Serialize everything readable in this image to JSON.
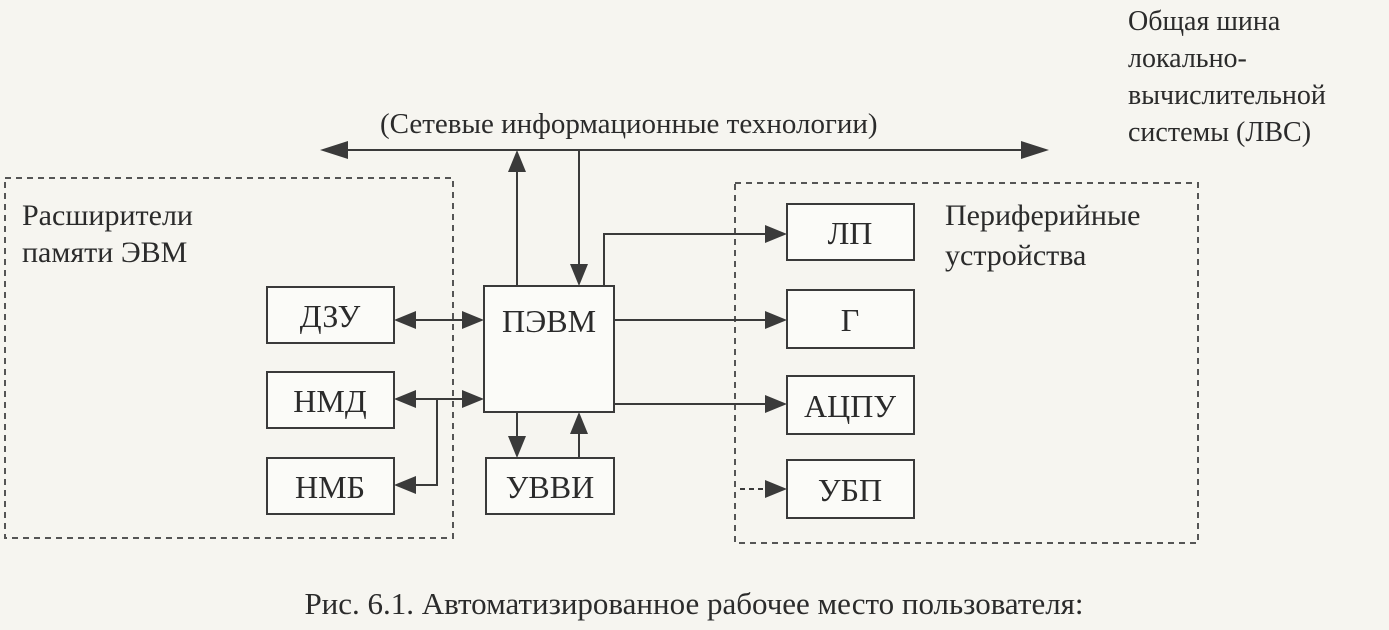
{
  "bus_label": [
    "Общая шина",
    "локально-",
    "вычислительной",
    "системы (ЛВС)"
  ],
  "network_label": "(Сетевые информационные технологии)",
  "groups": {
    "memory": [
      "Расширители",
      "памяти ЭВМ"
    ],
    "peripheral": [
      "Периферийные",
      "устройства"
    ]
  },
  "nodes": {
    "pc": "ПЭВМ",
    "dzu": "ДЗУ",
    "nmd": "НМД",
    "nmb": "НМБ",
    "uvvi": "УВВИ",
    "lp": "ЛП",
    "g": "Г",
    "acpu": "АЦПУ",
    "ubp": "УБП"
  },
  "caption": "Рис. 6.1. Автоматизированное рабочее место пользователя:"
}
